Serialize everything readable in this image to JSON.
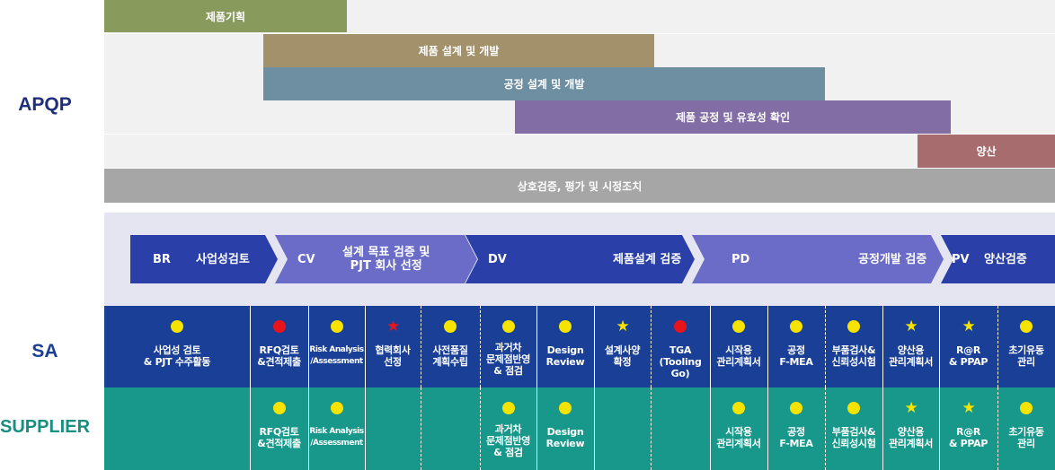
{
  "labels": {
    "apqp": "APQP",
    "sa": "SA",
    "supplier": "SUPPLIER"
  },
  "apqp_bars": [
    {
      "label": "제품기획",
      "color": "#899b5c"
    },
    {
      "label": "제품 설계 및 개발",
      "color": "#a2916b"
    },
    {
      "label": "공정 설계 및 개발",
      "color": "#6e8fa1"
    },
    {
      "label": "제품 공정 및 유효성 확인",
      "color": "#826ea5"
    },
    {
      "label": "양산",
      "color": "#a76c6d"
    },
    {
      "label": "상호검증, 평가 및 시정조치",
      "color": "#a6a6a6"
    }
  ],
  "phases": [
    {
      "code": "BR",
      "name": "사업성검토",
      "color": "#2b3fa8"
    },
    {
      "code": "CV",
      "name": "설계 목표 검증 및\nPJT 회사 선정",
      "color": "#6a6cc7"
    },
    {
      "code": "DV",
      "name": "제품설계 검증",
      "color": "#2b3fa8"
    },
    {
      "code": "PD",
      "name": "공정개발 검증",
      "color": "#6a6cc7"
    },
    {
      "code": "PV",
      "name": "양산검증",
      "color": "#2b3fa8"
    }
  ],
  "mark_colors": {
    "yellow": "#f7e300",
    "red": "#e8141c"
  },
  "sa_cells": [
    {
      "mark": "yellow-dot",
      "text": "사업성 검토\n& PJT 수주활동"
    },
    {
      "mark": "red-dot",
      "text": "RFQ검토\n&견적제출"
    },
    {
      "mark": "yellow-dot",
      "text": "Risk Analysis\n/Assessment"
    },
    {
      "mark": "red-star",
      "text": "협력회사\n선정"
    },
    {
      "mark": "yellow-dot",
      "text": "사전품질\n계획수립"
    },
    {
      "mark": "yellow-dot",
      "text": "과거차\n문제점반영\n& 점검"
    },
    {
      "mark": "yellow-dot",
      "text": "Design\nReview"
    },
    {
      "mark": "yellow-star",
      "text": "설계사양\n확정"
    },
    {
      "mark": "red-dot",
      "text": "TGA\n(Tooling Go)"
    },
    {
      "mark": "yellow-dot",
      "text": "시작용\n관리계획서"
    },
    {
      "mark": "yellow-dot",
      "text": "공정\nF-MEA"
    },
    {
      "mark": "yellow-dot",
      "text": "부품검사&\n신뢰성시험"
    },
    {
      "mark": "yellow-star",
      "text": "양산용\n관리계획서"
    },
    {
      "mark": "yellow-star",
      "text": "R@R\n& PPAP"
    },
    {
      "mark": "yellow-dot",
      "text": "초기유동\n관리"
    }
  ],
  "supplier_cells": [
    {
      "mark": "",
      "text": ""
    },
    {
      "mark": "yellow-dot",
      "text": "RFQ검토\n&견적제출"
    },
    {
      "mark": "yellow-dot",
      "text": "Risk Analysis\n/Assessment"
    },
    {
      "mark": "",
      "text": ""
    },
    {
      "mark": "",
      "text": ""
    },
    {
      "mark": "yellow-dot",
      "text": "과거차\n문제점반영\n& 점검"
    },
    {
      "mark": "yellow-dot",
      "text": "Design\nReview"
    },
    {
      "mark": "",
      "text": ""
    },
    {
      "mark": "",
      "text": ""
    },
    {
      "mark": "yellow-dot",
      "text": "시작용\n관리계획서"
    },
    {
      "mark": "yellow-dot",
      "text": "공정\nF-MEA"
    },
    {
      "mark": "yellow-dot",
      "text": "부품검사&\n신뢰성시험"
    },
    {
      "mark": "yellow-star",
      "text": "양산용\n관리계획서"
    },
    {
      "mark": "yellow-star",
      "text": "R@R\n& PPAP"
    },
    {
      "mark": "yellow-dot",
      "text": "초기유동\n관리"
    }
  ]
}
